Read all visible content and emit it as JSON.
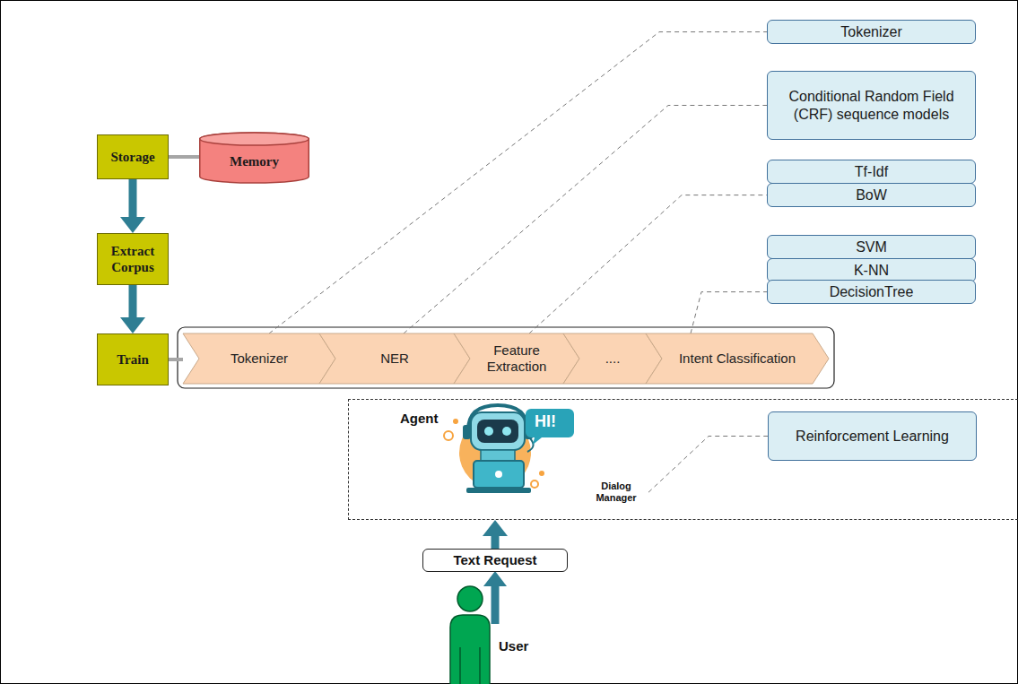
{
  "diagram": {
    "nodes": [
      {
        "text": [
          "Storage"
        ]
      },
      {
        "text": [
          "Memory"
        ]
      },
      {
        "text": [
          "Extract Corpus"
        ]
      },
      {
        "text": [
          "Train"
        ]
      },
      {
        "text": [
          "Tokenizer"
        ]
      },
      {
        "text": [
          "NER"
        ]
      },
      {
        "text": [
          "Feature Extraction"
        ]
      },
      {
        "text": [
          "...."
        ]
      },
      {
        "text": [
          "Intent Classification"
        ]
      },
      {
        "text": [
          "Agent",
          "Dialog Manager"
        ]
      },
      {
        "text": [
          "Reinforcement Learning"
        ],
        "in": 9
      },
      {
        "text": [
          "Tokenizer"
        ]
      },
      {
        "text": [
          "Conditional Random Field (CRF) sequence models"
        ]
      },
      {
        "text": [
          "Tf-Idf"
        ]
      },
      {
        "text": [
          "BoW"
        ]
      },
      {
        "text": [
          "SVM"
        ]
      },
      {
        "text": [
          "K-NN"
        ]
      },
      {
        "text": [
          "DecisionTree"
        ]
      },
      {
        "text": [
          "Text Request"
        ]
      }
    ],
    "edges": [
      {
        "from": 0,
        "to": 1,
        "arrow": "none"
      },
      {
        "from": 0,
        "to": 2,
        "arrow": "to"
      },
      {
        "from": 2,
        "to": 3,
        "arrow": "to"
      },
      {
        "from": 3,
        "to": 4,
        "arrow": "none"
      },
      {
        "from": 4,
        "to": 11,
        "arrow": "none"
      },
      {
        "from": 5,
        "to": 12,
        "arrow": "none"
      },
      {
        "from": 6,
        "to": 14,
        "arrow": "none"
      },
      {
        "from": 8,
        "to": 17,
        "arrow": "none"
      },
      {
        "from": 6,
        "to": 9,
        "arrow": "to"
      },
      {
        "from": 18,
        "to": 9,
        "arrow": "to"
      },
      {
        "from": 9,
        "to": 10,
        "arrow": "none"
      }
    ],
    "labels": [
      "HI!",
      "User"
    ]
  }
}
